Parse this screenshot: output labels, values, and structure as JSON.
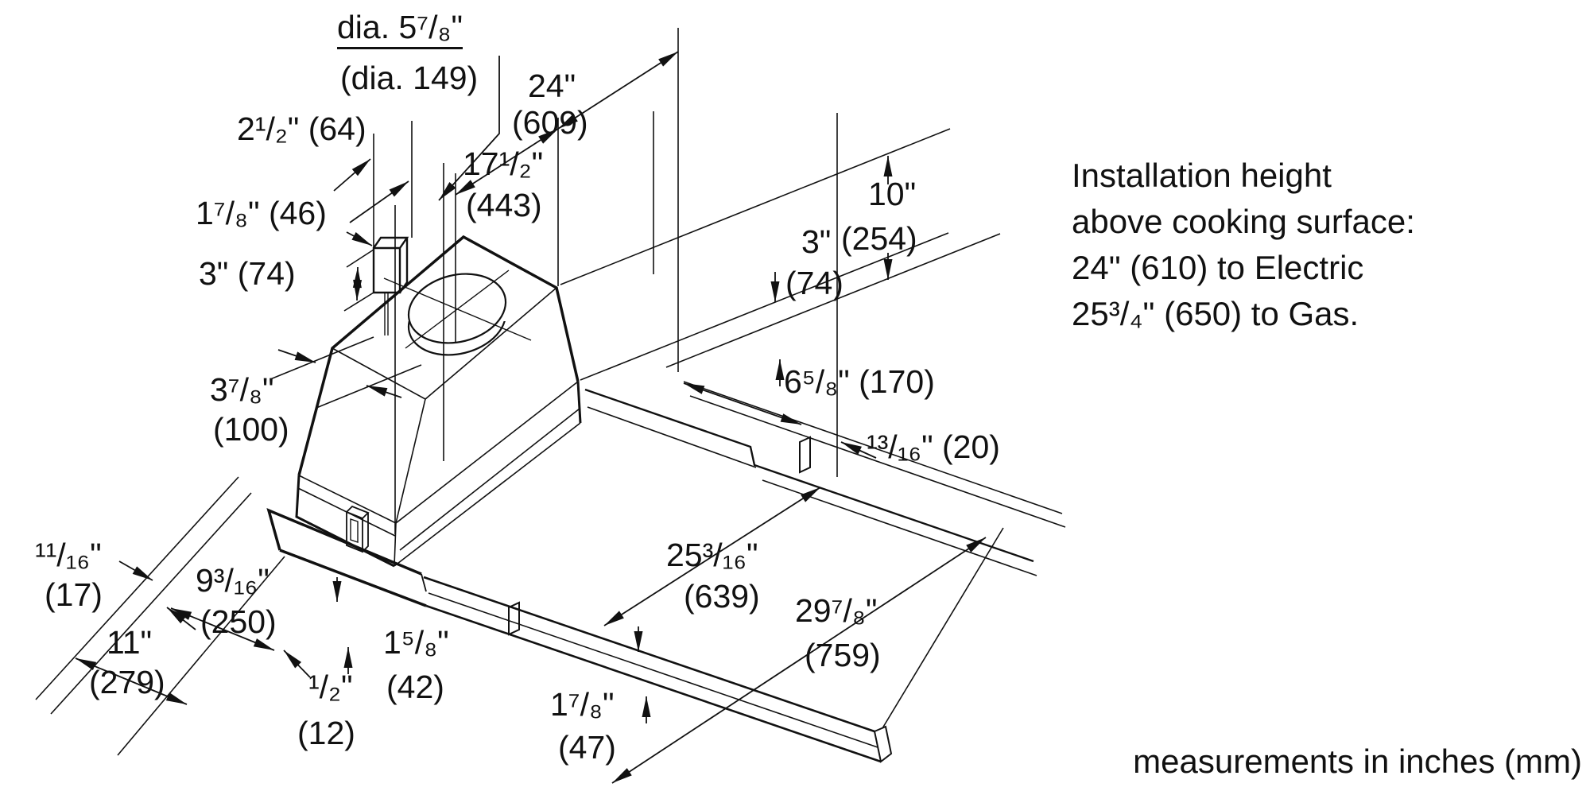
{
  "diagram": {
    "labels": {
      "dia_in": "dia. 5⁷/₈\"",
      "dia_mm": "(dia. 149)",
      "w212": "2¹/₂\" (64)",
      "w178_46": "1⁷/₈\" (46)",
      "h3_74L": "3\" (74)",
      "w175_in": "17¹/₂\"",
      "w175_mm": "(443)",
      "w24_in": "24\"",
      "w24_mm": "(609)",
      "h10_in": "10\"",
      "h10_mm": "(254)",
      "h3R_in": "3\"",
      "h3R_mm": "(74)",
      "d658": "6⁵/₈\" (170)",
      "d1316": "¹³/₁₆\" (20)",
      "w378_in": "3⁷/₈\"",
      "w378_mm": "(100)",
      "d1116_in": "¹¹/₁₆\"",
      "d1116_mm": "(17)",
      "d9316_in": "9³/₁₆\"",
      "d9316_mm": "(250)",
      "d11_in": "11\"",
      "d11_mm": "(279)",
      "d12_in": "¹/₂\"",
      "d12_mm": "(12)",
      "h158_in": "1⁵/₈\"",
      "h158_mm": "(42)",
      "h178_in": "1⁷/₈\"",
      "h178_mm": "(47)",
      "w25316_in": "25³/₁₆\"",
      "w25316_mm": "(639)",
      "w2978_in": "29⁷/₈\"",
      "w2978_mm": "(759)"
    },
    "note_lines": [
      "Installation height",
      "above cooking surface:",
      "24\" (610) to Electric",
      "25³/₄\" (650) to Gas."
    ],
    "footer": "measurements in inches (mm)"
  }
}
